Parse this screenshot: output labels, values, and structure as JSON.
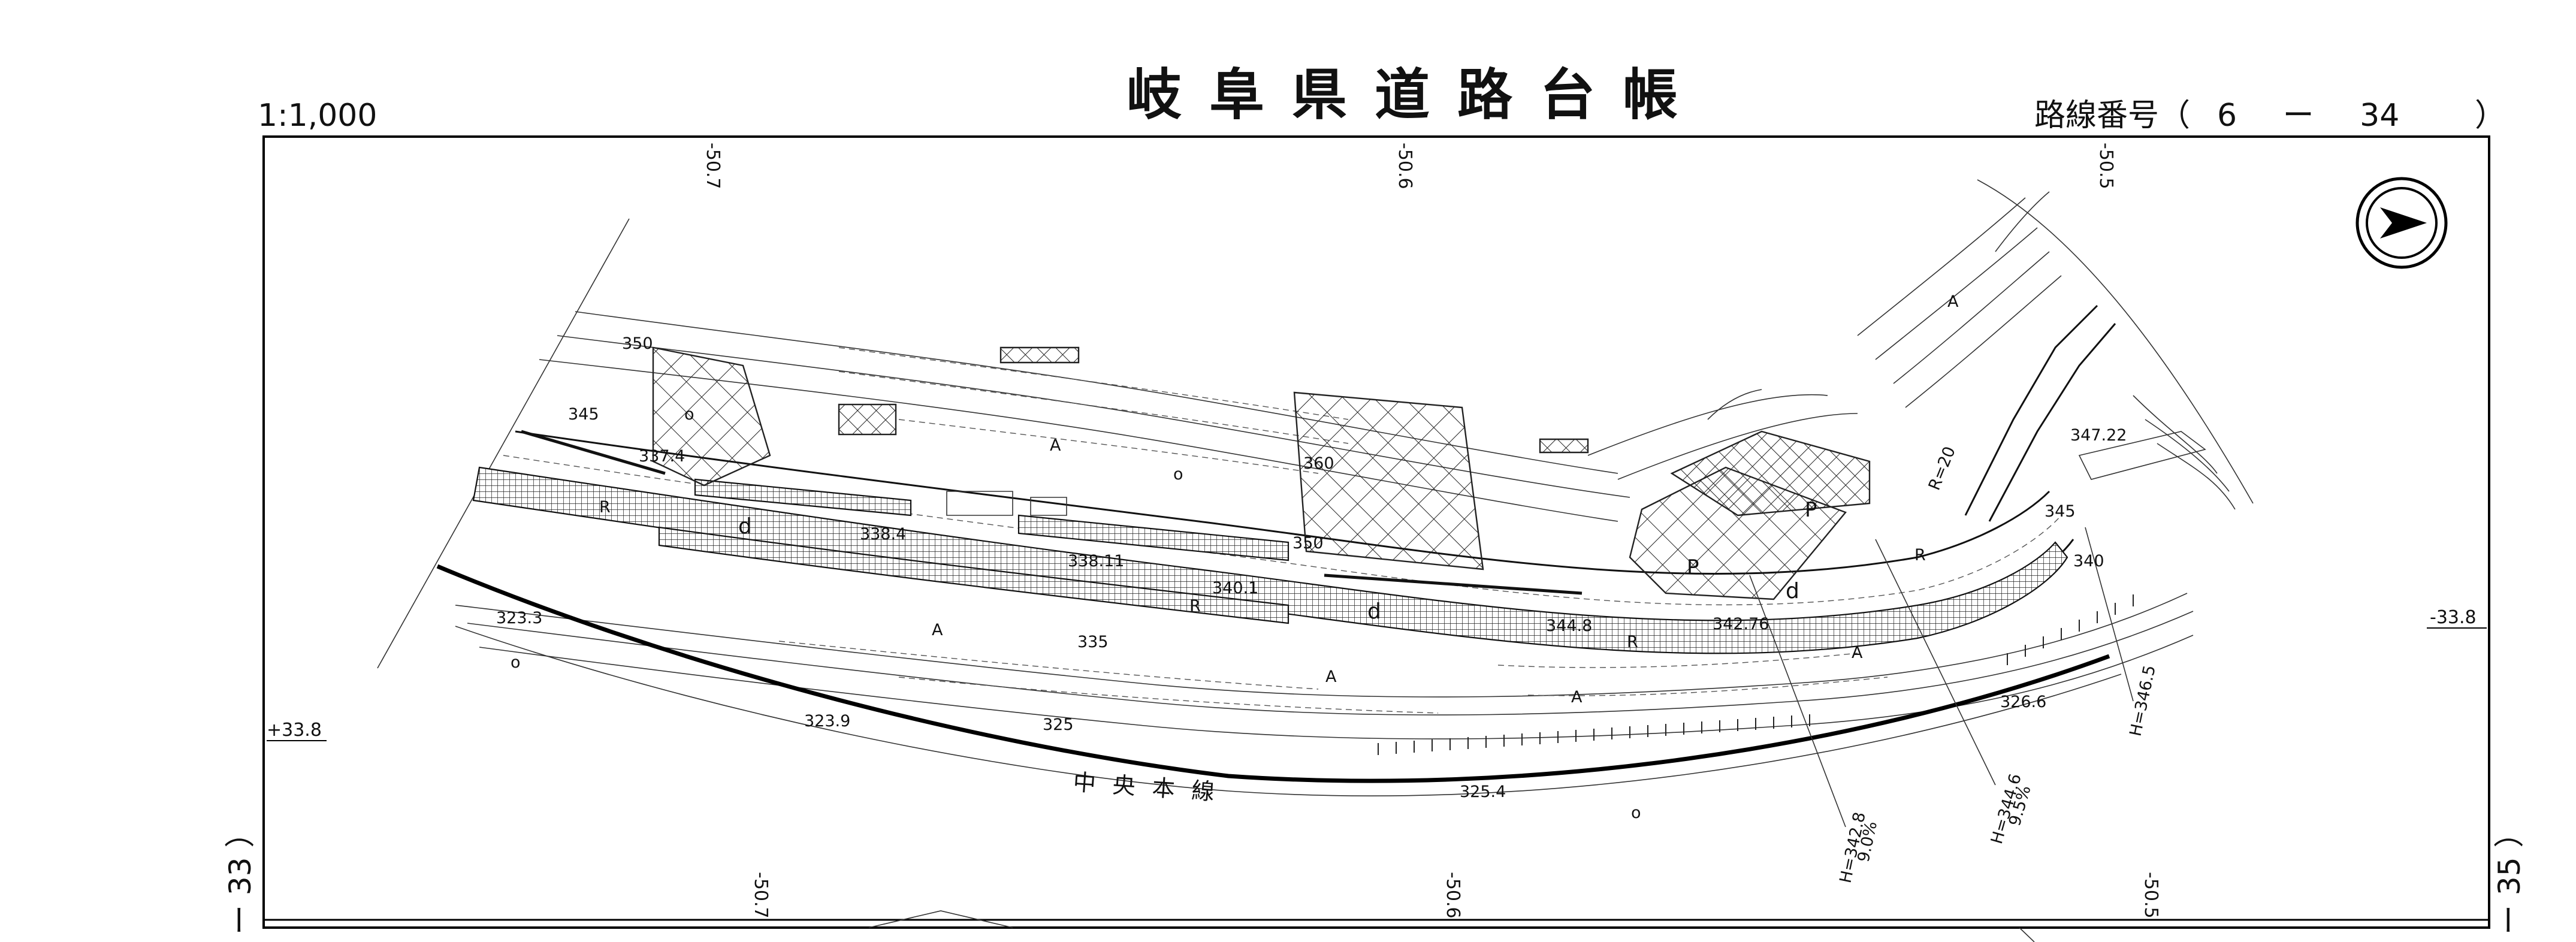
{
  "header": {
    "scale": "1:1,000",
    "title": "岐阜県道路台帳",
    "route_number_label": "路線番号（",
    "route_number_value": "6 ー 34",
    "route_number_close": "）"
  },
  "sheet_refs": {
    "left": "ー 33 ）",
    "right": "ー 35 ）"
  },
  "grid_labels": {
    "top": [
      "-50.7",
      "-50.6",
      "-50.5"
    ],
    "bottom": [
      "-50.7",
      "-50.6",
      "-50.5"
    ],
    "left": "+33.8",
    "right": "-33.8"
  },
  "elevations": [
    "350",
    "345",
    "337.4",
    "338.4",
    "338.11",
    "340.1",
    "344.8",
    "342.76",
    "347.22",
    "345",
    "340",
    "350",
    "360",
    "335",
    "325",
    "323.3",
    "323.9",
    "325.4",
    "326.6"
  ],
  "heights": [
    "H=342.8",
    "9.0%",
    "H=344.6",
    "9.5%",
    "H=346.5"
  ],
  "railway_label": "中 央 本 線",
  "map_symbols": {
    "curve": "R=20",
    "d": "d",
    "p": "P",
    "r": "R",
    "a": "A",
    "o": "o"
  },
  "north_arrow": "north-arrow-icon"
}
